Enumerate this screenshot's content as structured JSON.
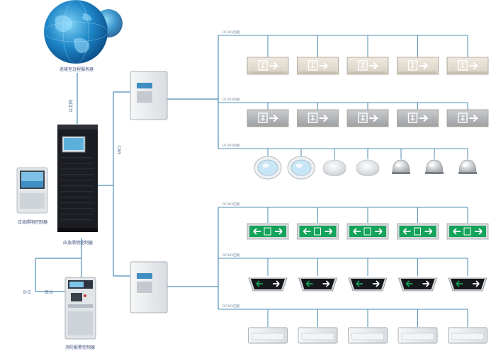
{
  "labels": {
    "globe": "连接至远程服务器",
    "ethernet": "以太网",
    "bus": "CAN",
    "controller": "应急照明控制器",
    "monitor": "应急照明控制器",
    "fire_controller": "消防报警控制器",
    "fire_link_a": "协议",
    "fire_link_b": "联动"
  },
  "branch_labels": [
    "DC36V回路",
    "DC36V回路",
    "DC36V回路",
    "DC36V回路",
    "DC36V回路",
    "DC36V回路"
  ],
  "branches": [
    {
      "type": "exit-sign-white",
      "count": 5
    },
    {
      "type": "exit-sign-grey",
      "count": 5
    },
    {
      "type": "round-lights",
      "count": 7
    },
    {
      "type": "arrow-sign-green",
      "count": 5
    },
    {
      "type": "arrow-sign-black",
      "count": 5
    },
    {
      "type": "emergency-light-box",
      "count": 5
    }
  ],
  "colors": {
    "line": "#4f8fb6",
    "green": "#13a35a",
    "cabinet": "#1b1d22"
  }
}
